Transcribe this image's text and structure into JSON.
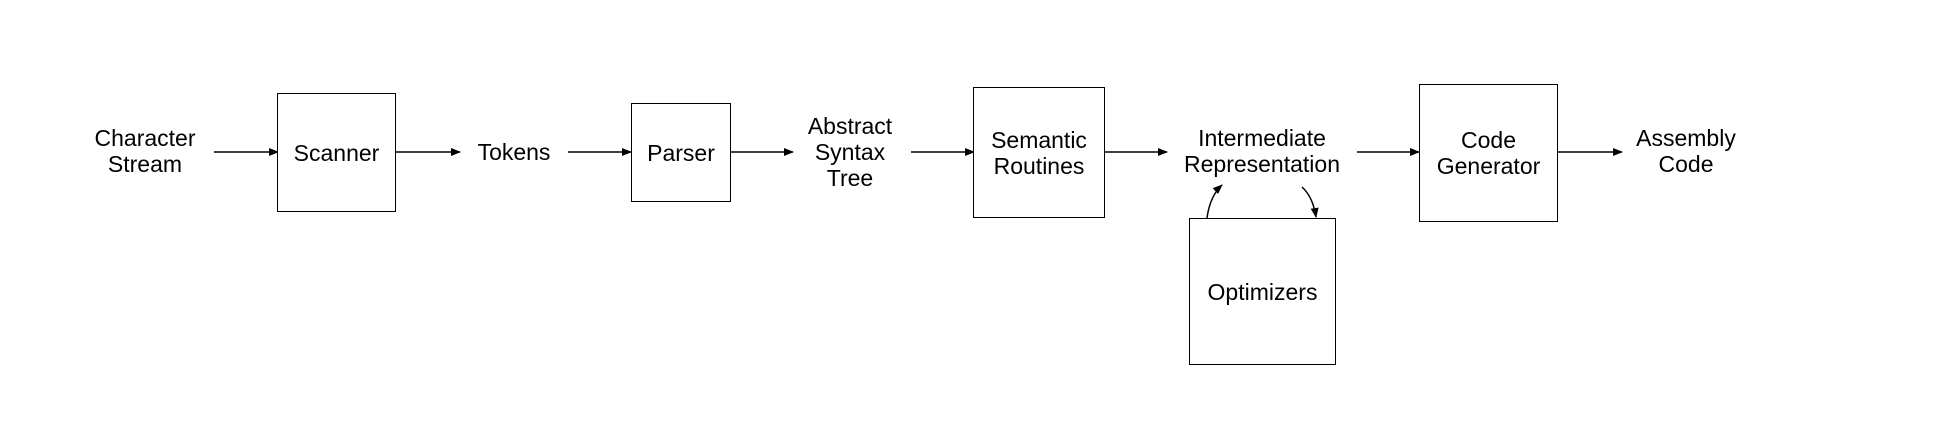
{
  "diagram": {
    "nodes": {
      "character_stream": {
        "line1": "Character",
        "line2": "Stream"
      },
      "scanner": {
        "label": "Scanner"
      },
      "tokens": {
        "label": "Tokens"
      },
      "parser": {
        "label": "Parser"
      },
      "abstract_syntax_tree": {
        "line1": "Abstract",
        "line2": "Syntax",
        "line3": "Tree"
      },
      "semantic_routines": {
        "line1": "Semantic",
        "line2": "Routines"
      },
      "intermediate_representation": {
        "line1": "Intermediate",
        "line2": "Representation"
      },
      "optimizers": {
        "label": "Optimizers"
      },
      "code_generator": {
        "line1": "Code",
        "line2": "Generator"
      },
      "assembly_code": {
        "line1": "Assembly",
        "line2": "Code"
      }
    },
    "edges": [
      {
        "from": "character_stream",
        "to": "scanner"
      },
      {
        "from": "scanner",
        "to": "tokens"
      },
      {
        "from": "tokens",
        "to": "parser"
      },
      {
        "from": "parser",
        "to": "abstract_syntax_tree"
      },
      {
        "from": "abstract_syntax_tree",
        "to": "semantic_routines"
      },
      {
        "from": "semantic_routines",
        "to": "intermediate_representation"
      },
      {
        "from": "intermediate_representation",
        "to": "optimizers"
      },
      {
        "from": "optimizers",
        "to": "intermediate_representation"
      },
      {
        "from": "intermediate_representation",
        "to": "code_generator"
      },
      {
        "from": "code_generator",
        "to": "assembly_code"
      }
    ],
    "colors": {
      "stroke": "#000000",
      "background": "#ffffff"
    }
  }
}
